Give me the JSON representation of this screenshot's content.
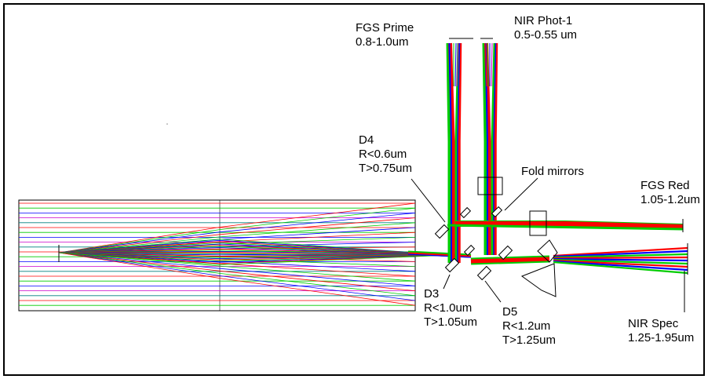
{
  "labels": {
    "fgs_prime": {
      "name": "FGS Prime",
      "band": "0.8-1.0um"
    },
    "nir_phot": {
      "name": "NIR Phot-1",
      "band": "0.5-0.55 um"
    },
    "d4": {
      "name": "D4",
      "reflect": "R<0.6um",
      "transmit": "T>0.75um"
    },
    "fold_mirrors": "Fold mirrors",
    "fgs_red": {
      "name": "FGS Red",
      "band": "1.05-1.2um"
    },
    "d3": {
      "name": "D3",
      "reflect": "R<1.0um",
      "transmit": "T>1.05um"
    },
    "d5": {
      "name": "D5",
      "reflect": "R<1.2um",
      "transmit": "T>1.25um"
    },
    "nir_spec": {
      "name": "NIR Spec",
      "band": "1.25-1.95um"
    }
  },
  "colors": {
    "ray_red": "#ff0000",
    "ray_green": "#00cc00",
    "ray_blue": "#0000ff",
    "ray_magenta": "#cc00cc",
    "ray_teal": "#008080",
    "outline": "#000000"
  }
}
